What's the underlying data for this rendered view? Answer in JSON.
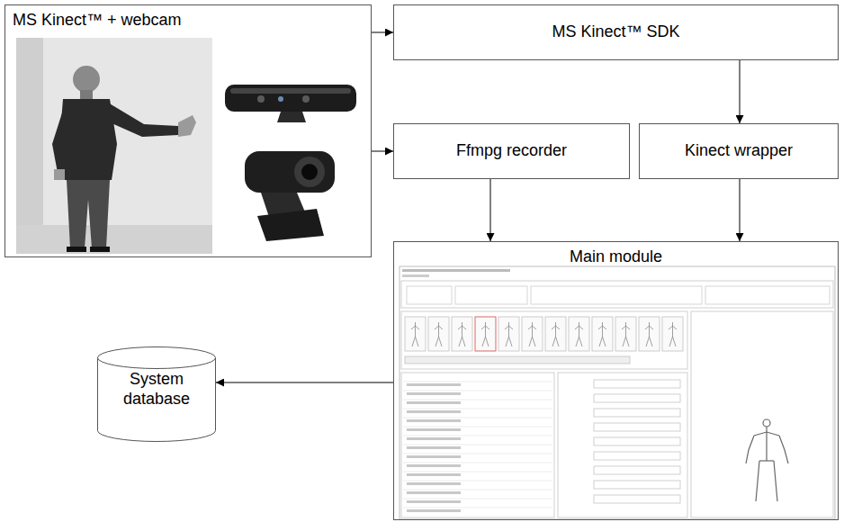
{
  "diagram": {
    "nodes": [
      {
        "text": [
          "MS Kinect™ + webcam"
        ]
      },
      {
        "text": [
          "MS Kinect™ SDK"
        ]
      },
      {
        "text": [
          "Ffmpg recorder"
        ]
      },
      {
        "text": [
          "Kinect wrapper"
        ]
      },
      {
        "text": [
          "Main module"
        ]
      },
      {
        "text": [
          "System database"
        ]
      }
    ],
    "edges": [
      {
        "from": 0,
        "to": 1,
        "arrow": "to"
      },
      {
        "from": 0,
        "to": 2,
        "arrow": "to"
      },
      {
        "from": 1,
        "to": 3,
        "arrow": "to"
      },
      {
        "from": 2,
        "to": 4,
        "arrow": "to"
      },
      {
        "from": 3,
        "to": 4,
        "arrow": "to"
      },
      {
        "from": 4,
        "to": 5,
        "arrow": "to"
      }
    ]
  }
}
